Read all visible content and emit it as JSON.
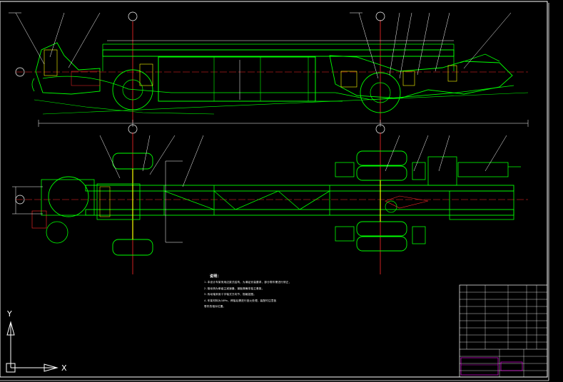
{
  "ucs": {
    "x_label": "X",
    "y_label": "Y"
  },
  "notes": {
    "title": "说明：",
    "lines": [
      "1.本设计车架采用边梁式结构，为满足安装要求，部分零件需进行修正，",
      "2.驱动桥为单级主减速器，钢板弹簧非独立悬架。",
      "3.传动轴采用十字轴式万向节，规格如图。",
      "4.车架材料为16Mn，焊接后需进行回火处理，装配时注意各",
      "零件的相对位置。"
    ]
  },
  "colors": {
    "background": "#000000",
    "outline": "#ffffff",
    "frame": "#00ff00",
    "center": "#ff2a2a",
    "dims": "#ffffff",
    "accent": "#ffff00",
    "titleblock": "#ff00ff"
  }
}
